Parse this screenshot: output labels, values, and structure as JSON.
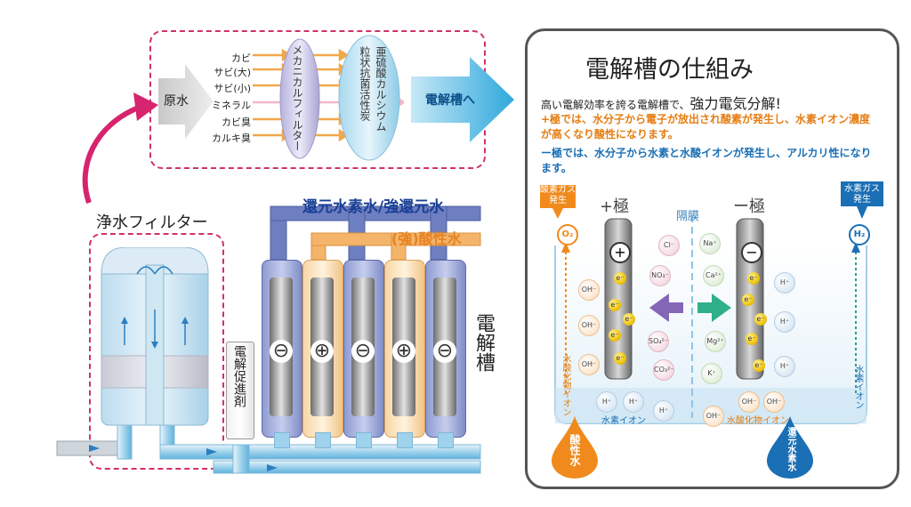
{
  "filter_diagram": {
    "raw_water": "原水",
    "contaminants": [
      "カビ",
      "サビ(大)",
      "サビ(小)",
      "ミネラル",
      "カビ臭",
      "カルキ臭"
    ],
    "mechanical_filter": "メカニカルフィルター",
    "ca_filter": "亜硫酸カルシウム",
    "carbon_filter": "粒状抗菌活性炭",
    "to_cell": "電解槽へ"
  },
  "water_filter_label": "浄水フィルター",
  "outlets": {
    "alkaline": "還元水素水/強還元水",
    "acidic": "(強)酸性水"
  },
  "electrolyte_label": "電解促進剤",
  "cell_label": "電解槽",
  "plates": [
    "⊖",
    "⊕",
    "⊖",
    "⊕",
    "⊖"
  ],
  "panel": {
    "title": "電解槽の仕組み",
    "intro_prefix": "高い電解効率を誇る電解槽で、",
    "intro_emph": "強力電気分解!",
    "plus_text": "+極では、水分子から電子が放出され酸素が発生し、水素イオン濃度が高くなり酸性になります。",
    "minus_text": "ー極では、水分子から水素と水酸イオンが発生し、アルカリ性になります。",
    "plus_pole": "+極",
    "membrane": "隔膜",
    "minus_pole": "ー極",
    "oxygen_bubble": "酸素ガス発生",
    "hydrogen_bubble": "水素ガス発生",
    "o2": "O₂",
    "h2": "H₂",
    "plus_sign": "+",
    "minus_sign": "−",
    "left_ions": [
      "Cl⁻",
      "NO₃⁻",
      "SO₄²⁻",
      "CO₃²⁻"
    ],
    "right_ions": [
      "Na⁺",
      "Ca²⁺",
      "Mg²⁺",
      "K⁺"
    ],
    "oh_label": "OH⁻",
    "h_label": "H⁺",
    "e_label": "e⁻",
    "left_vertical": "水酸化物イオン",
    "right_vertical": "水素イオン",
    "left_bottom": "水素イオン",
    "right_bottom": "水酸化物イオン",
    "acid_water": "酸性水",
    "alkaline_water": "還元水素水"
  },
  "colors": {
    "magenta": "#d6246e",
    "orange": "#f08a1c",
    "blue": "#1a6fb5",
    "purple": "#8466b6",
    "green": "#2fb08a"
  }
}
